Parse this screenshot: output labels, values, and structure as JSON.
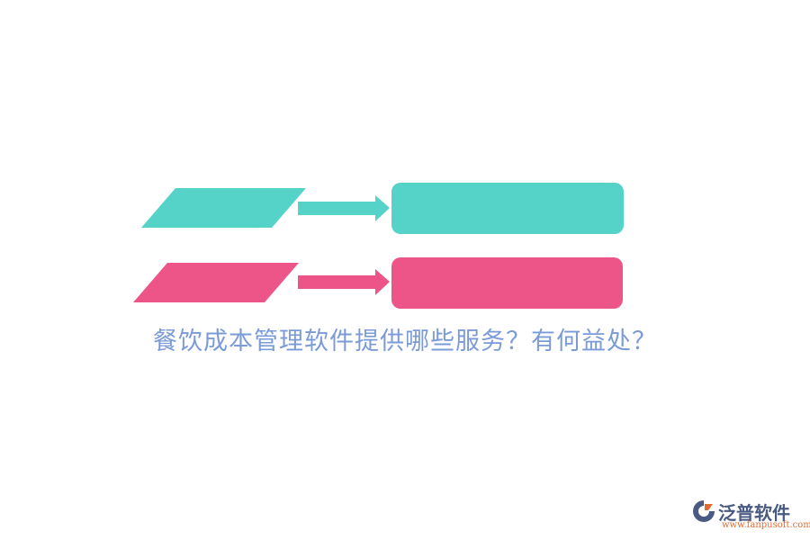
{
  "diagram": {
    "rows": [
      {
        "color": "#55d3c8",
        "label": ""
      },
      {
        "color": "#ed5589",
        "label": ""
      }
    ]
  },
  "caption": "餐饮成本管理软件提供哪些服务？有何益处？",
  "logo": {
    "name": "泛普软件",
    "url": "www.fanpusoft.com",
    "colors": {
      "text": "#4a5a82",
      "url": "#e36b2e",
      "mark_outer": "#4a5a82",
      "mark_inner": "#e36b2e"
    }
  },
  "colors": {
    "caption": "#7b9bd8",
    "background": "#ffffff"
  }
}
